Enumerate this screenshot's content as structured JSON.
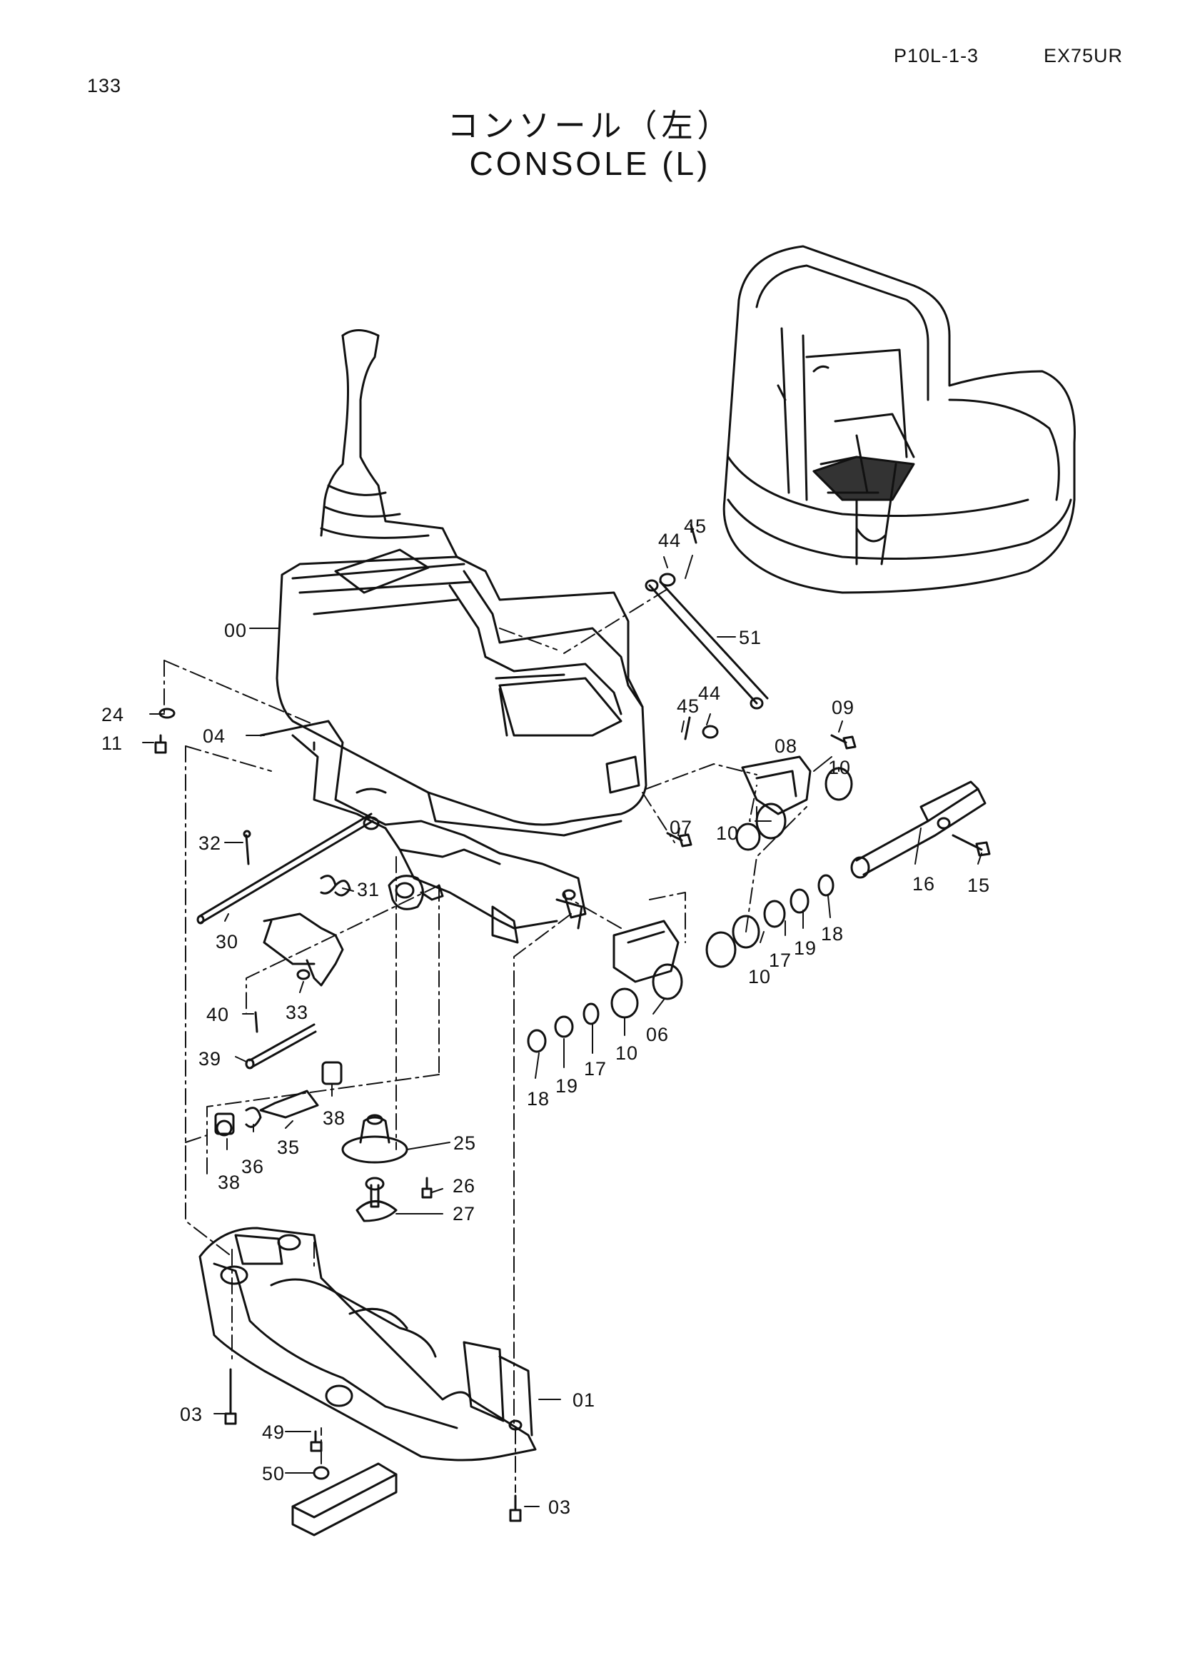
{
  "header": {
    "page_number": "133",
    "code": "P10L-1-3",
    "model": "EX75UR"
  },
  "title": {
    "japanese": "コンソール（左）",
    "english": "CONSOLE (L)"
  },
  "callouts": [
    "00",
    "51",
    "44",
    "45",
    "44",
    "45",
    "24",
    "11",
    "04",
    "09",
    "08",
    "10",
    "07",
    "10",
    "32",
    "31",
    "30",
    "33",
    "10",
    "17",
    "19",
    "18",
    "16",
    "15",
    "40",
    "39",
    "18",
    "19",
    "17",
    "10",
    "06",
    "38",
    "25",
    "35",
    "36",
    "38",
    "26",
    "27",
    "03",
    "49",
    "01",
    "50",
    "03"
  ]
}
